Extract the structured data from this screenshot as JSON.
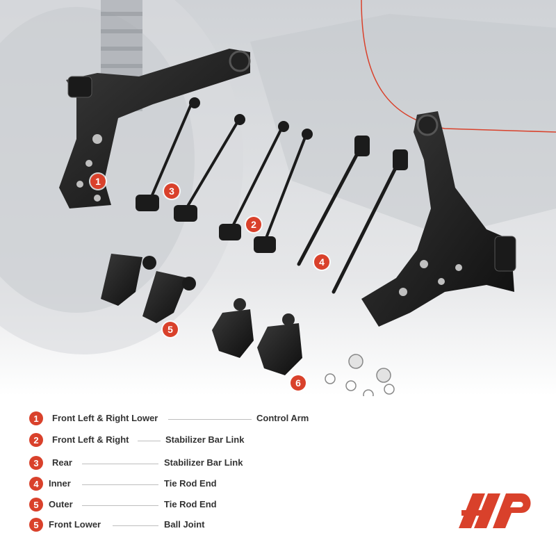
{
  "markers": [
    {
      "id": "1",
      "label": "1"
    },
    {
      "id": "2",
      "label": "2"
    },
    {
      "id": "3",
      "label": "3"
    },
    {
      "id": "4",
      "label": "4"
    },
    {
      "id": "5",
      "label": "5"
    },
    {
      "id": "6",
      "label": "6"
    }
  ],
  "legend": [
    {
      "num": "1",
      "left": "Front Left & Right Lower",
      "right": "Control Arm"
    },
    {
      "num": "2",
      "left": "Front Left & Right",
      "right": "Stabilizer Bar Link"
    },
    {
      "num": "3",
      "left": "Rear",
      "right": "Stabilizer Bar Link"
    },
    {
      "num": "4",
      "left": "Inner",
      "right": "Tie Rod End"
    },
    {
      "num": "5",
      "left": "Outer",
      "right": "Tie Rod End"
    },
    {
      "num": "5",
      "left": "Front Lower",
      "right": "Ball Joint"
    }
  ],
  "colors": {
    "accent": "#d9412b",
    "text": "#333333",
    "parts": "#1a1a1a"
  },
  "logo": {
    "name": "brand-logo"
  }
}
